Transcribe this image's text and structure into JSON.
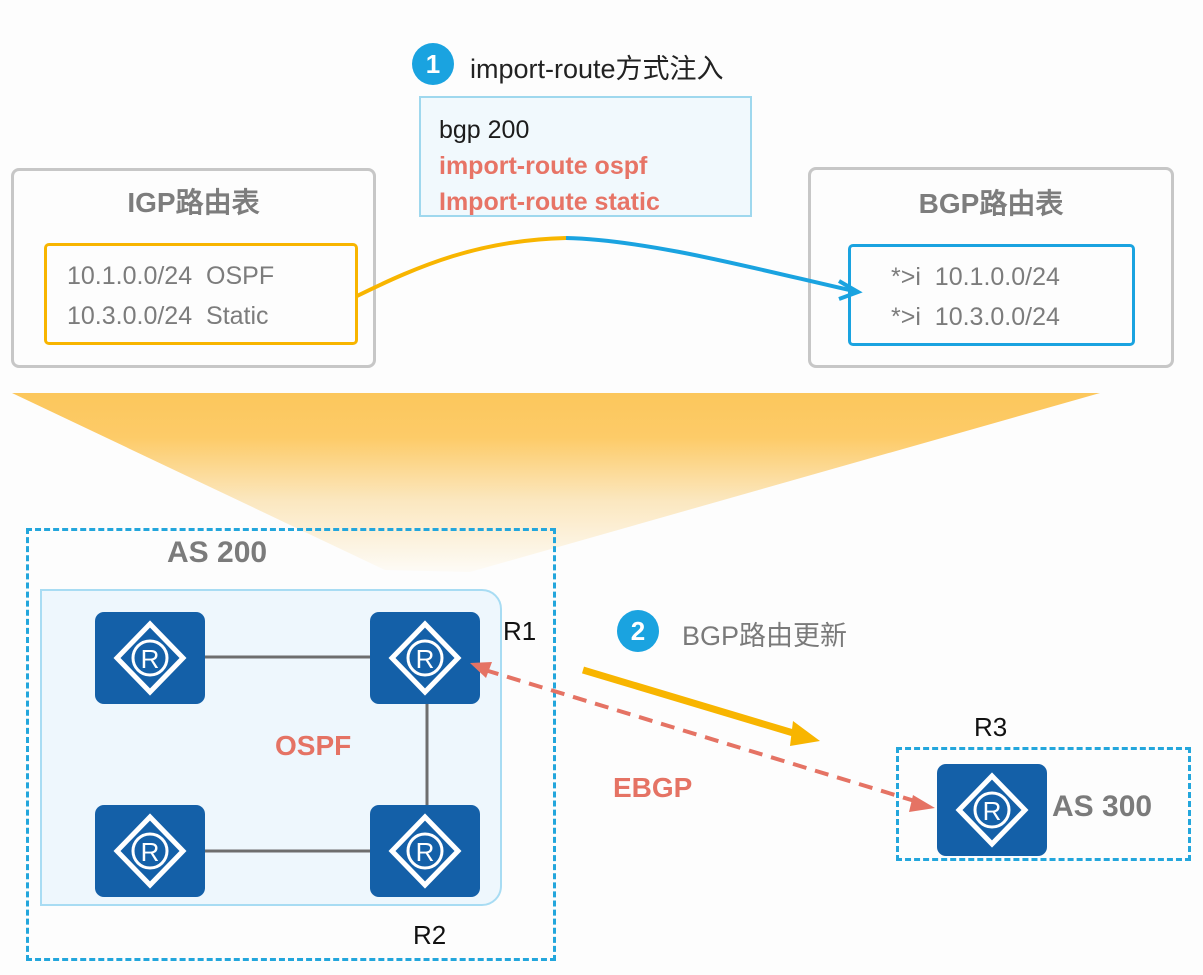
{
  "step1": {
    "number": "1",
    "title": "import-route方式注入"
  },
  "config": {
    "lines": [
      {
        "text": "bgp 200",
        "style": "normal"
      },
      {
        "text": "import-route ospf",
        "style": "highlight"
      },
      {
        "text": "Import-route static",
        "style": "highlight"
      }
    ]
  },
  "igp_table": {
    "title": "IGP路由表",
    "routes": [
      {
        "prefix": "10.1.0.0/24",
        "source": "OSPF"
      },
      {
        "prefix": "10.3.0.0/24",
        "source": "Static"
      }
    ]
  },
  "bgp_table": {
    "title": "BGP路由表",
    "routes": [
      {
        "flags": "*>i",
        "prefix": "10.1.0.0/24"
      },
      {
        "flags": "*>i",
        "prefix": "10.3.0.0/24"
      }
    ]
  },
  "step2": {
    "number": "2",
    "title": "BGP路由更新"
  },
  "as200": {
    "label": "AS 200",
    "protocol": "OSPF",
    "routers": [
      {
        "id": "top-left",
        "label": ""
      },
      {
        "id": "R1",
        "label": "R1"
      },
      {
        "id": "bottom-left",
        "label": ""
      },
      {
        "id": "R2",
        "label": "R2"
      }
    ]
  },
  "as300": {
    "label": "AS 300",
    "router_label": "R3"
  },
  "peering": {
    "label": "EBGP"
  },
  "icons": {
    "router": "router-icon",
    "step_badge": "numbered-circle"
  },
  "colors": {
    "igp_accent": "#f8b500",
    "bgp_accent": "#1aa3e0",
    "highlight_red": "#e77466",
    "router_blue": "#1460a8",
    "as_border": "#23a6dc"
  }
}
